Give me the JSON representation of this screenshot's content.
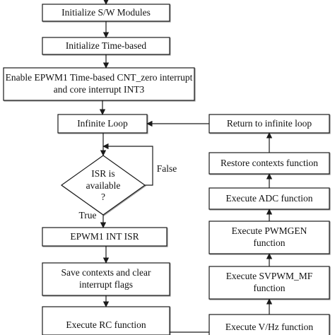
{
  "left_column": {
    "init_modules": "Initialize S/W Modules",
    "init_time_based": "Initialize Time-based",
    "enable_interrupt": "Enable EPWM1 Time-based CNT_zero interrupt\nand core interrupt INT3",
    "infinite_loop": "Infinite Loop",
    "decision": "ISR is\navailable\n?",
    "decision_false": "False",
    "decision_true": "True",
    "epwm1_isr": "EPWM1  INT  ISR",
    "save_contexts": "Save contexts and clear\ninterrupt flags",
    "execute_rc": "Execute RC function"
  },
  "right_column": {
    "return_loop": "Return to infinite loop",
    "restore_contexts": "Restore contexts function",
    "execute_adc": "Execute ADC function",
    "execute_pwmgen": "Execute PWMGEN\nfunction",
    "execute_svpwm": "Execute SVPWM_MF\nfunction",
    "execute_vhz": "Execute V/Hz function"
  },
  "colors": {
    "stroke": "#1a1a1a",
    "box_fill": "#ffffff",
    "shadow": "#9a9a9a",
    "text": "#111111"
  }
}
